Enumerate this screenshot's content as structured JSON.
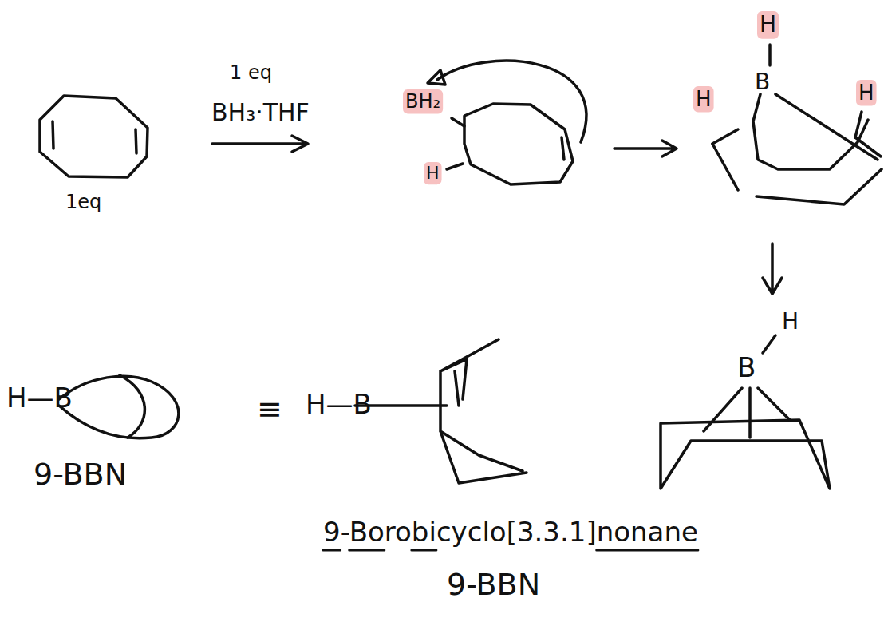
{
  "diagram": {
    "labels": [
      "1 eq",
      "BH₃·THF",
      "1eq",
      "BH₂",
      "H",
      "H",
      "B",
      "H",
      "H",
      "H",
      "B",
      "H—B",
      "9-BBN",
      "≡",
      "H—B",
      "9-Borobicyclo[3.3.1]nonane",
      "9-BBN"
    ]
  }
}
